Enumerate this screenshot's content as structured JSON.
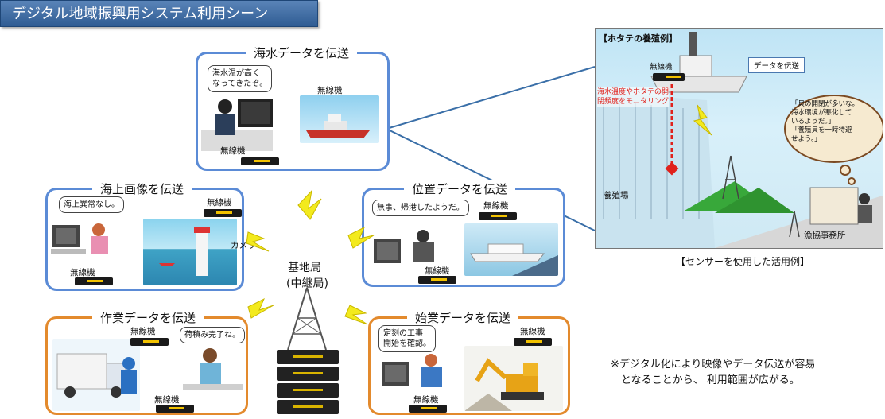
{
  "title": "デジタル地域振興用システム利用シーン",
  "center": {
    "label_line1": "基地局",
    "label_line2": "(中継局)"
  },
  "cards": {
    "seawater": {
      "title": "海水データを伝送",
      "bubble": "海水温が高く\nなってきたぞ。",
      "radio1": "無線機",
      "radio2": "無線機"
    },
    "sea_image": {
      "title": "海上画像を伝送",
      "bubble": "海上異常なし。",
      "radio1": "無線機",
      "radio2": "無線機",
      "camera": "カメラ"
    },
    "position": {
      "title": "位置データを伝送",
      "bubble": "無事、帰港したようだ。",
      "radio1": "無線機",
      "radio2": "無線機"
    },
    "work": {
      "title": "作業データを伝送",
      "bubble": "荷積み完了ね。",
      "radio1": "無線機",
      "radio2": "無線機"
    },
    "start": {
      "title": "始業データを伝送",
      "bubble": "定刻の工事\n開始を確認。",
      "radio1": "無線機",
      "radio2": "無線機"
    }
  },
  "example": {
    "header": "【ホタテの養殖例】",
    "radio": "無線機",
    "data_tag": "データを伝送",
    "monitor_note": "海水温度やホタテの開\n閉頻度をモニタリング",
    "thought": "「貝の開閉が多いな。\n海水環境が悪化して\nいるようだ。」\n「養殖貝を一時待避\nせよう。」",
    "farm_label": "養殖場",
    "office_label": "漁協事務所",
    "caption": "【センサーを使用した活用例】"
  },
  "note": "※デジタル化により映像やデータ伝送が容易\n　となることから、 利用範囲が広がる。"
}
